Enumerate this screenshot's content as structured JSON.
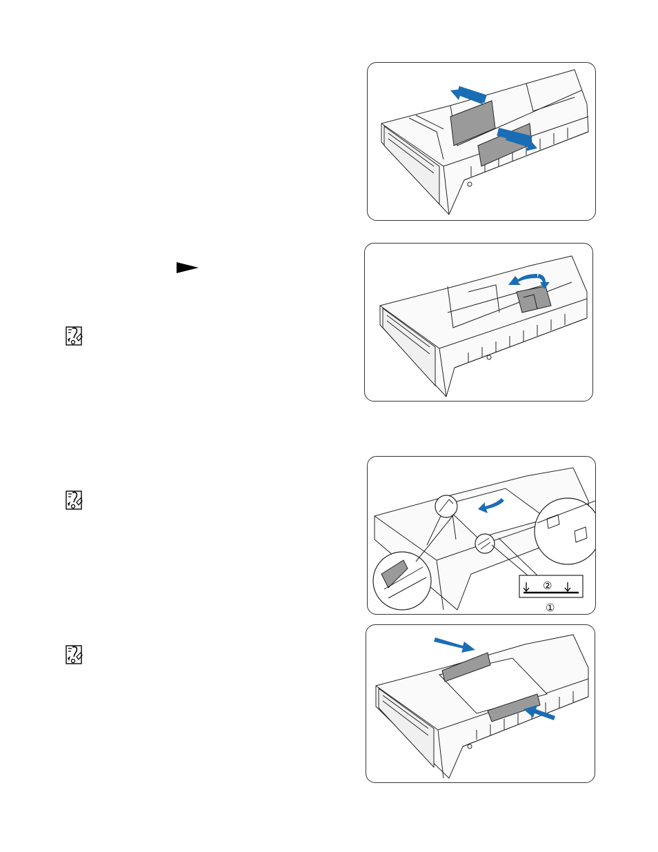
{
  "figures": [
    {
      "id": "fig1",
      "description_icons": [
        "tray",
        "guide-arrows"
      ]
    },
    {
      "id": "fig2",
      "description_icons": [
        "tray",
        "end-guide-arrow"
      ]
    },
    {
      "id": "fig3",
      "description_icons": [
        "tray",
        "paper",
        "zoom-callouts"
      ],
      "callout": {
        "mark_top": "②",
        "mark_bottom": "①"
      }
    },
    {
      "id": "fig4",
      "description_icons": [
        "tray",
        "paper",
        "push-arrows"
      ]
    }
  ],
  "colors": {
    "arrow": "#1a6db5",
    "guide": "#8f8f8f",
    "line": "#222222"
  },
  "icons": [
    "note-icon",
    "note-icon",
    "note-icon",
    "pointer-triangle-icon"
  ]
}
